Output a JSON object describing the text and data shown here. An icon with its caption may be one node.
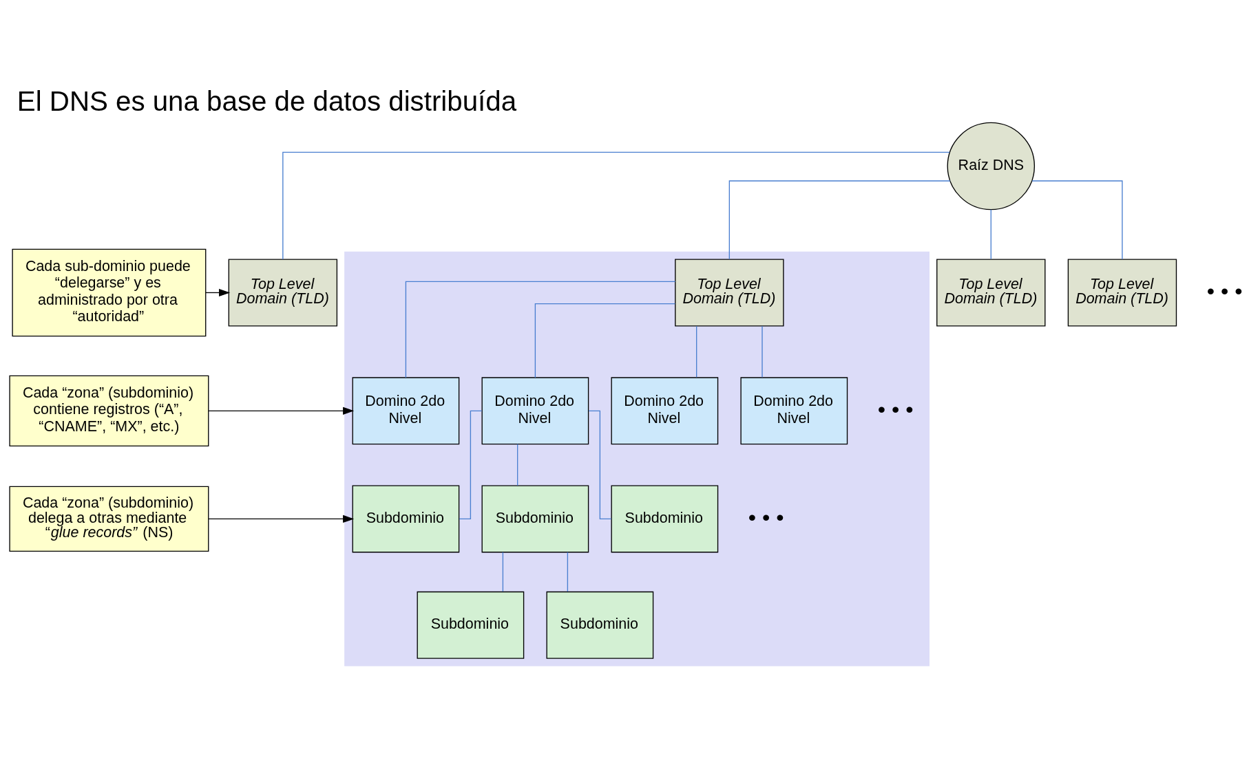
{
  "diagram": {
    "title": "El DNS es una base de datos distribuída",
    "nodes": [
      {
        "text": [
          "Raíz DNS"
        ]
      },
      {
        "text": [],
        "shape": "box"
      },
      {
        "text": [
          "Top Level Domain (TLD)"
        ]
      },
      {
        "text": [
          "Top Level Domain (TLD)"
        ],
        "in": 1
      },
      {
        "text": [
          "Top Level Domain (TLD)"
        ]
      },
      {
        "text": [
          "Top Level Domain (TLD)"
        ]
      },
      {
        "text": [
          "Domino 2do Nivel"
        ],
        "in": 1
      },
      {
        "text": [
          "Domino 2do Nivel"
        ],
        "in": 1
      },
      {
        "text": [
          "Domino 2do Nivel"
        ],
        "in": 1
      },
      {
        "text": [
          "Domino 2do Nivel"
        ],
        "in": 1
      },
      {
        "text": [
          "Subdominio"
        ],
        "in": 1
      },
      {
        "text": [
          "Subdominio"
        ],
        "in": 1
      },
      {
        "text": [
          "Subdominio"
        ],
        "in": 1
      },
      {
        "text": [
          "Subdominio"
        ],
        "in": 1
      },
      {
        "text": [
          "Subdominio"
        ],
        "in": 1
      },
      {
        "text": [
          "Cada sub-dominio puede “delegarse” y es administrado por otra “autoridad”"
        ]
      },
      {
        "text": [
          "Cada “zona” (subdominio) contiene registros (“A”, “CNAME”, “MX”, etc.)"
        ]
      },
      {
        "text": [
          "Cada “zona” (subdominio) delega a otras mediante “*glue records”* (NS)"
        ]
      }
    ],
    "edges": [
      {
        "from": 0,
        "to": 2,
        "arrow": "none"
      },
      {
        "from": 0,
        "to": 3,
        "arrow": "none"
      },
      {
        "from": 0,
        "to": 4,
        "arrow": "none"
      },
      {
        "from": 0,
        "to": 5,
        "arrow": "none"
      },
      {
        "from": 3,
        "to": 6,
        "arrow": "none"
      },
      {
        "from": 3,
        "to": 7,
        "arrow": "none"
      },
      {
        "from": 3,
        "to": 8,
        "arrow": "none"
      },
      {
        "from": 3,
        "to": 9,
        "arrow": "none"
      },
      {
        "from": 7,
        "to": 10,
        "arrow": "none"
      },
      {
        "from": 7,
        "to": 11,
        "arrow": "none"
      },
      {
        "from": 7,
        "to": 12,
        "arrow": "none"
      },
      {
        "from": 11,
        "to": 13,
        "arrow": "none"
      },
      {
        "from": 11,
        "to": 14,
        "arrow": "none"
      },
      {
        "from": 15,
        "to": 2,
        "arrow": "to",
        "color": "#000000"
      },
      {
        "from": 16,
        "to": 6,
        "arrow": "to",
        "color": "#000000"
      },
      {
        "from": 17,
        "to": 10,
        "arrow": "to",
        "color": "#000000"
      }
    ],
    "labels": [
      "• • •",
      "• • •",
      "• • •"
    ]
  }
}
